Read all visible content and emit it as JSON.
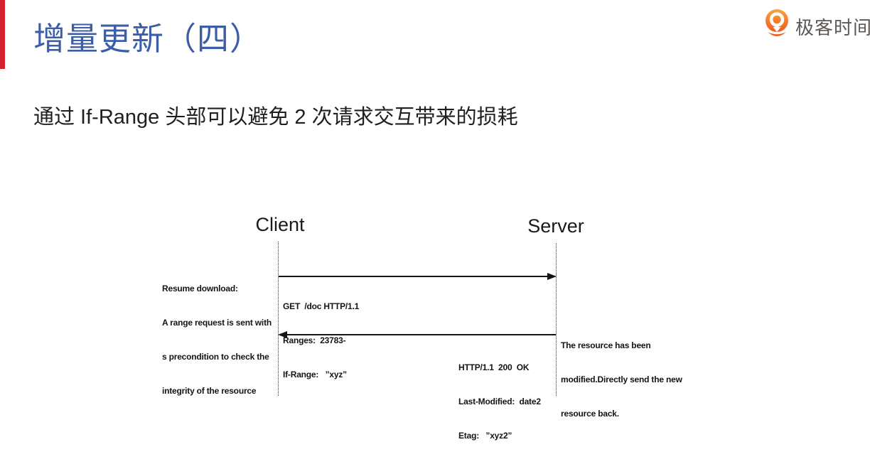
{
  "slide": {
    "title": "增量更新（四）",
    "subtitle": "通过 If-Range 头部可以避免 2 次请求交互带来的损耗",
    "accent_color": "#d2232f",
    "title_color": "#3b5ea6"
  },
  "logo": {
    "text": "极客时间",
    "icon": "geektime-logo-icon",
    "icon_color_top": "#fca33b",
    "icon_color_bottom": "#ee5a1e",
    "text_color": "#5c5855"
  },
  "diagram": {
    "client_label": "Client",
    "server_label": "Server",
    "left_note": {
      "lines": [
        "Resume download:",
        "A range request is sent with",
        "s precondition to check the",
        "integrity of the resource"
      ]
    },
    "request_message": {
      "lines": [
        "GET  /doc HTTP/1.1",
        "Ranges:  23783-",
        "If-Range:   ”xyz”"
      ]
    },
    "right_note": {
      "lines": [
        "The resource has been",
        "modified.Directly send the new",
        "resource back."
      ]
    },
    "response_message": {
      "lines": [
        "HTTP/1.1  200  OK",
        "Last-Modified:  date2",
        "Etag:   ”xyz2”"
      ]
    }
  }
}
